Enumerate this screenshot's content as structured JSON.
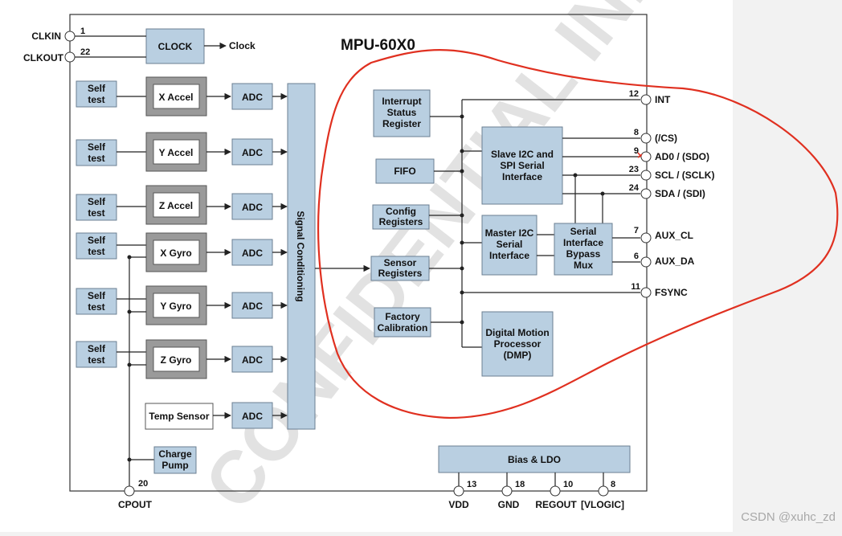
{
  "title": "MPU-60X0",
  "watermark": "CONFIDENTIAL INFORMATION",
  "credit": "CSDN @xuhc_zd",
  "colors": {
    "block_fill": "#b9cfe1",
    "outline": "#6b7f92",
    "sensor_frame": "#9a9a9a",
    "annotation": "#e03020"
  },
  "blocks": {
    "clock": "CLOCK",
    "clock_out": "Clock",
    "self_test": [
      "Self",
      "test"
    ],
    "sensors": [
      "X Accel",
      "Y Accel",
      "Z Accel",
      "X Gyro",
      "Y Gyro",
      "Z Gyro"
    ],
    "adc": "ADC",
    "temp_sensor": "Temp Sensor",
    "charge_pump": [
      "Charge",
      "Pump"
    ],
    "signal_conditioning": "Signal Conditioning",
    "interrupt": [
      "Interrupt",
      "Status",
      "Register"
    ],
    "fifo": "FIFO",
    "config": [
      "Config",
      "Registers"
    ],
    "sensor_regs": [
      "Sensor",
      "Registers"
    ],
    "factory": [
      "Factory",
      "Calibration"
    ],
    "slave": [
      "Slave I2C and",
      "SPI Serial",
      "Interface"
    ],
    "master": [
      "Master I2C",
      "Serial",
      "Interface"
    ],
    "bypass": [
      "Serial",
      "Interface",
      "Bypass",
      "Mux"
    ],
    "dmp": [
      "Digital Motion",
      "Processor",
      "(DMP)"
    ],
    "bias": "Bias & LDO"
  },
  "pins": {
    "clkin": {
      "name": "CLKIN",
      "num": "1"
    },
    "clkout": {
      "name": "CLKOUT",
      "num": "22"
    },
    "int": {
      "name": "INT",
      "num": "12"
    },
    "cs": {
      "name": "(/CS)",
      "num": "8"
    },
    "ad0": {
      "name": "AD0 / (SDO)",
      "num": "9"
    },
    "scl": {
      "name": "SCL / (SCLK)",
      "num": "23"
    },
    "sda": {
      "name": "SDA / (SDI)",
      "num": "24"
    },
    "aux_cl": {
      "name": "AUX_CL",
      "num": "7"
    },
    "aux_da": {
      "name": "AUX_DA",
      "num": "6"
    },
    "fsync": {
      "name": "FSYNC",
      "num": "11"
    },
    "cpout": {
      "name": "CPOUT",
      "num": "20"
    },
    "vdd": {
      "name": "VDD",
      "num": "13"
    },
    "gnd": {
      "name": "GND",
      "num": "18"
    },
    "regout": {
      "name": "REGOUT",
      "num": "10"
    },
    "vlogic": {
      "name": "[VLOGIC]",
      "num": "8"
    }
  }
}
